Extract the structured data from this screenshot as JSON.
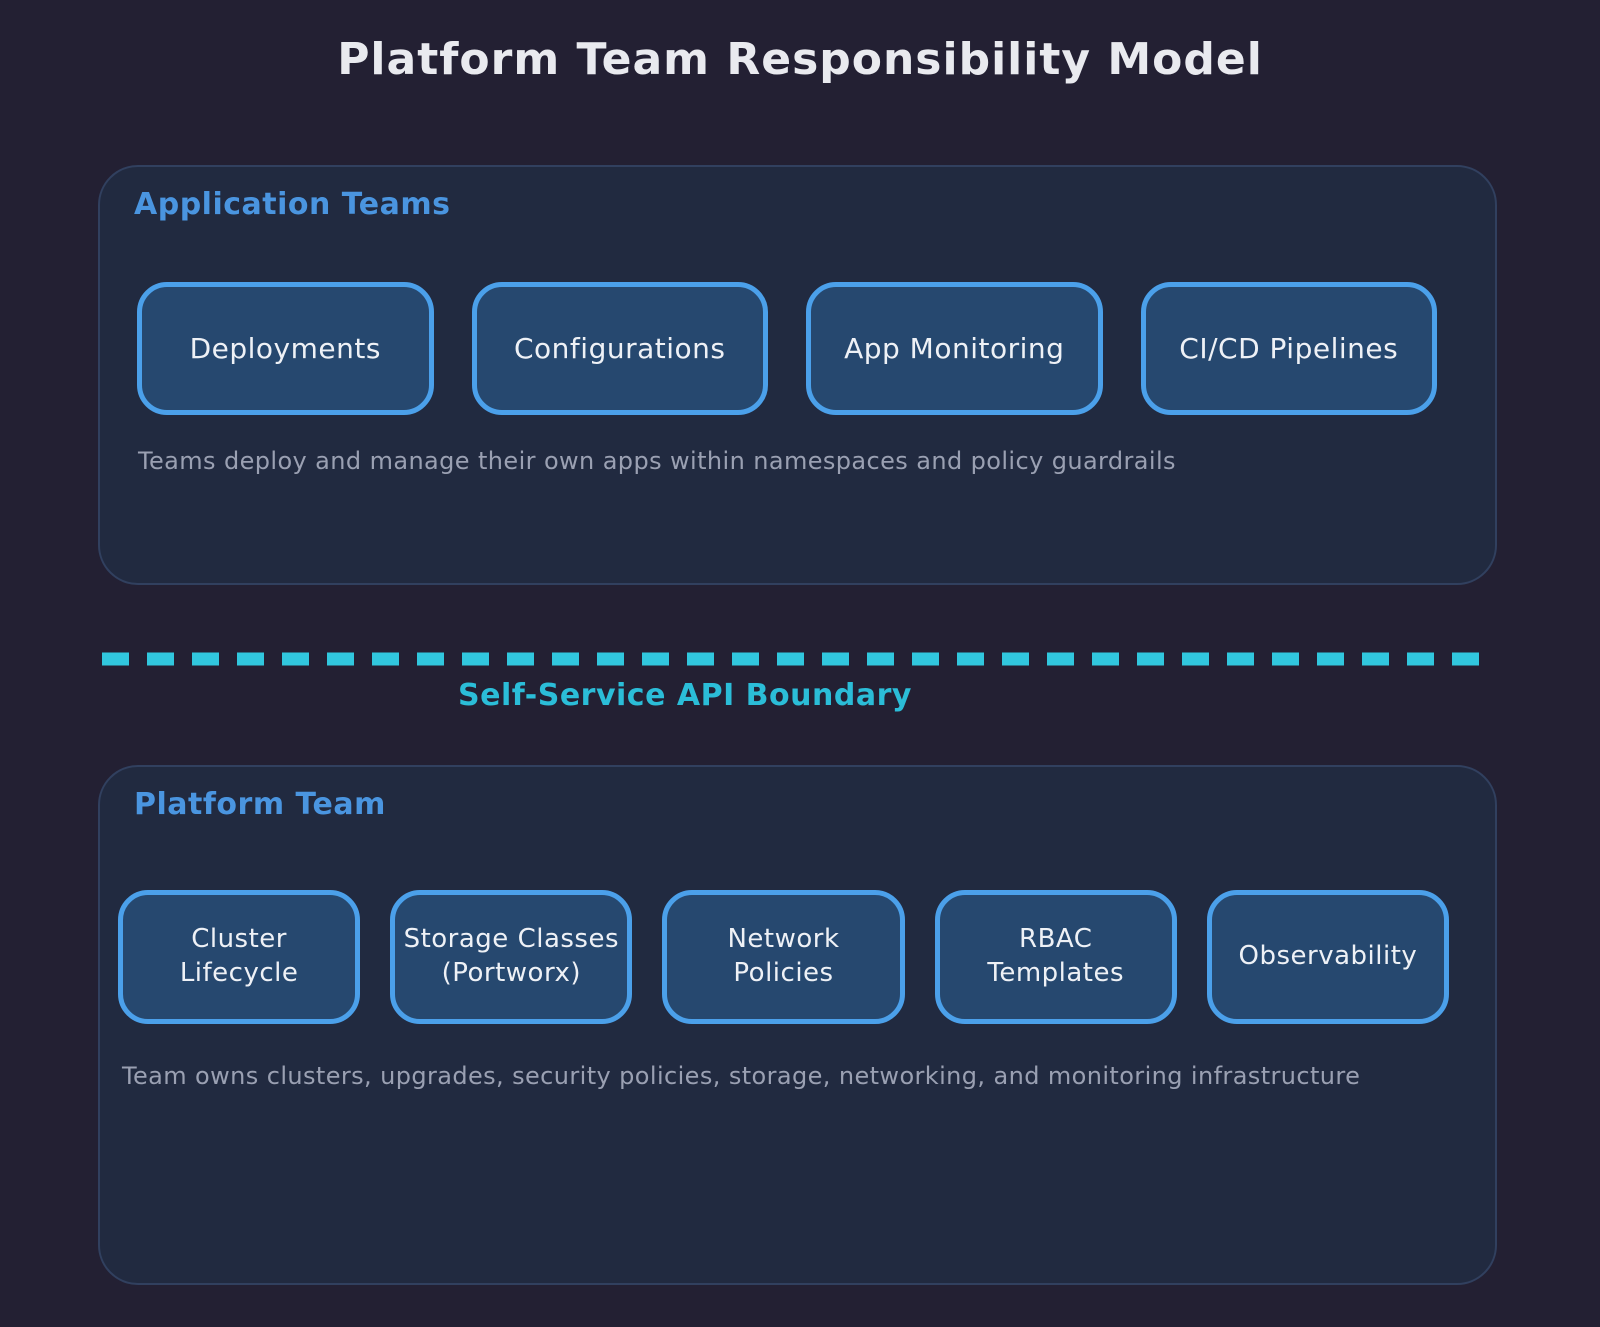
{
  "title": "Platform Team Responsibility Model",
  "sections": {
    "application_teams": {
      "label": "Application Teams",
      "boxes": [
        {
          "lines": [
            "Deployments"
          ]
        },
        {
          "lines": [
            "Configurations"
          ]
        },
        {
          "lines": [
            "App Monitoring"
          ]
        },
        {
          "lines": [
            "CI/CD Pipelines"
          ]
        }
      ],
      "caption": "Teams deploy and manage their own apps within namespaces and policy guardrails"
    },
    "boundary": {
      "label": "Self-Service API Boundary"
    },
    "platform_team": {
      "label": "Platform Team",
      "boxes": [
        {
          "lines": [
            "Cluster",
            "Lifecycle"
          ]
        },
        {
          "lines": [
            "Storage Classes",
            "(Portworx)"
          ]
        },
        {
          "lines": [
            "Network",
            "Policies"
          ]
        },
        {
          "lines": [
            "RBAC",
            "Templates"
          ]
        },
        {
          "lines": [
            "Observability"
          ]
        }
      ],
      "caption": "Team owns clusters, upgrades, security policies, storage, networking, and monitoring infrastructure"
    }
  },
  "colors": {
    "page_background": "#232033",
    "container_fill": "#212a40",
    "container_border": "#31405f",
    "node_fill": "#26486f",
    "node_border": "#4ba0ea",
    "section_label_blue": "#4a95e0",
    "boundary_teal": "#31c7de",
    "boundary_label_teal": "#2bbdd8",
    "title_text": "#e9eaef",
    "node_text": "#eef1f6",
    "caption_text": "#9aa0b2"
  }
}
